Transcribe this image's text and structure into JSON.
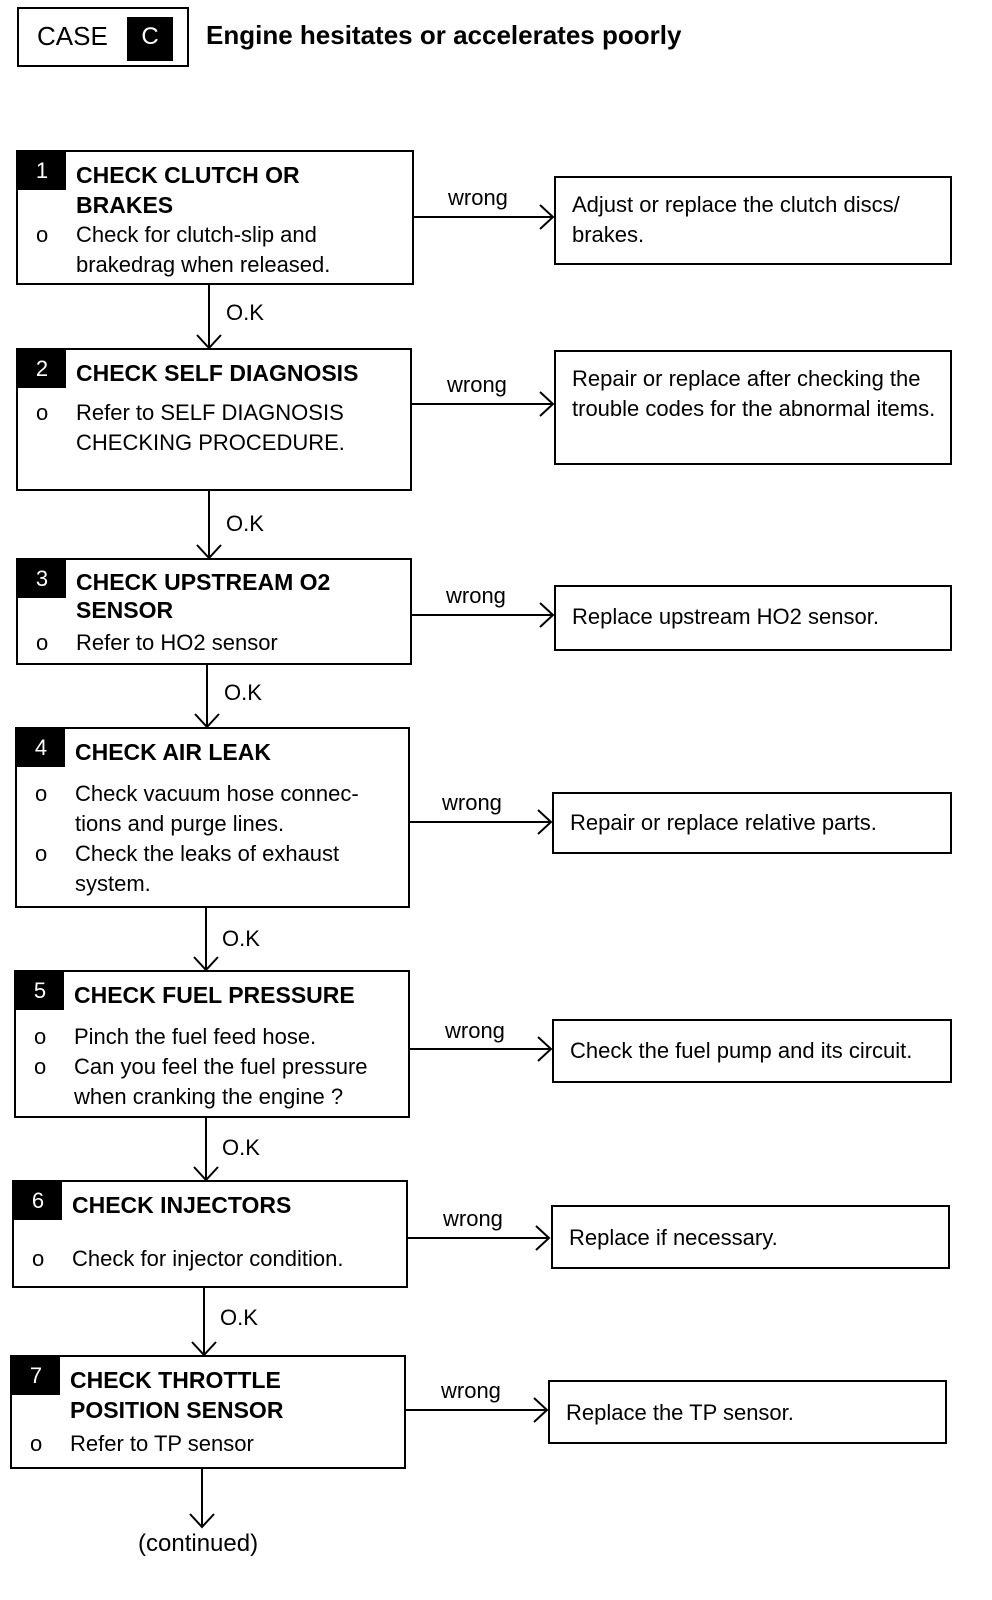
{
  "header": {
    "case_label": "CASE",
    "case_letter": "C",
    "title": "Engine hesitates or accelerates poorly"
  },
  "connector_labels": {
    "wrong": "wrong",
    "ok": "O.K"
  },
  "steps": [
    {
      "number": "1",
      "title": "CHECK CLUTCH OR BRAKES",
      "bullets": [
        "Check for clutch-slip and brakedrag when released."
      ],
      "result": "Adjust or replace the clutch discs/ brakes."
    },
    {
      "number": "2",
      "title": "CHECK SELF DIAGNOSIS",
      "bullets": [
        "Refer to SELF DIAGNOSIS CHECKING PROCEDURE."
      ],
      "result": "Repair or replace after checking the trouble codes for the abnormal items."
    },
    {
      "number": "3",
      "title": "CHECK UPSTREAM O2 SENSOR",
      "bullets": [
        "Refer to HO2 sensor"
      ],
      "result": "Replace upstream HO2 sensor."
    },
    {
      "number": "4",
      "title": "CHECK AIR LEAK",
      "bullets": [
        "Check vacuum hose connec- tions and purge lines.",
        "Check the leaks of exhaust system."
      ],
      "result": "Repair or replace relative parts."
    },
    {
      "number": "5",
      "title": "CHECK FUEL PRESSURE",
      "bullets": [
        "Pinch the fuel feed hose.",
        "Can you feel the fuel pressure when cranking the engine ?"
      ],
      "result": "Check the fuel pump and its circuit."
    },
    {
      "number": "6",
      "title": "CHECK INJECTORS",
      "bullets": [
        "Check for injector condition."
      ],
      "result": "Replace if necessary."
    },
    {
      "number": "7",
      "title": "CHECK THROTTLE POSITION SENSOR",
      "bullets": [
        "Refer to TP sensor"
      ],
      "result": "Replace the TP sensor."
    }
  ],
  "bullet_symbol": "o",
  "footer": "(continued)"
}
